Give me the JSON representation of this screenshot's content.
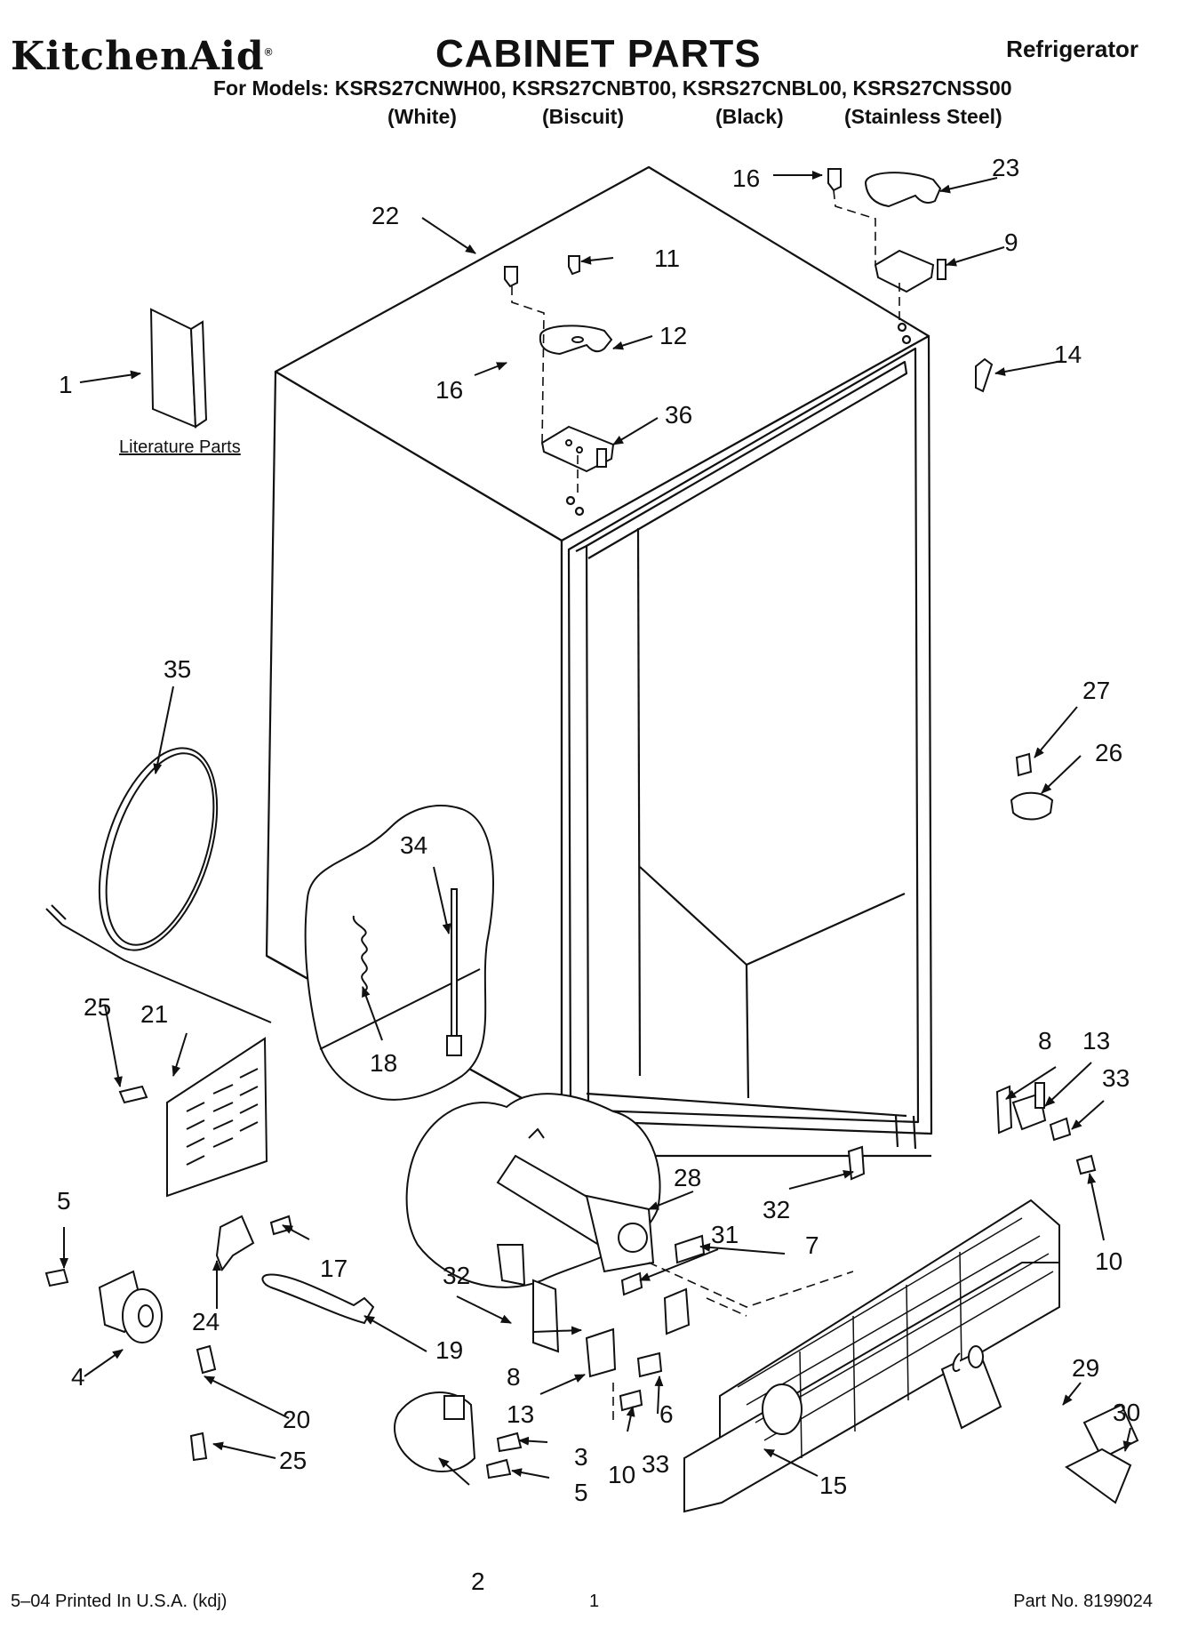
{
  "header": {
    "brand": "KitchenAid",
    "brand_mark": "®",
    "title": "CABINET PARTS",
    "appliance": "Refrigerator",
    "models_line": "For Models: KSRS27CNWH00, KSRS27CNBT00, KSRS27CNBL00, KSRS27CNSS00",
    "variants": [
      "(White)",
      "(Biscuit)",
      "(Black)",
      "(Stainless Steel)"
    ]
  },
  "literature_label": "Literature Parts",
  "callouts": [
    {
      "id": "c1",
      "text": "1"
    },
    {
      "id": "c2",
      "text": "2"
    },
    {
      "id": "c3",
      "text": "3"
    },
    {
      "id": "c4",
      "text": "4"
    },
    {
      "id": "c5a",
      "text": "5"
    },
    {
      "id": "c5b",
      "text": "5"
    },
    {
      "id": "c6",
      "text": "6"
    },
    {
      "id": "c7",
      "text": "7"
    },
    {
      "id": "c8a",
      "text": "8"
    },
    {
      "id": "c8b",
      "text": "8"
    },
    {
      "id": "c9",
      "text": "9"
    },
    {
      "id": "c10a",
      "text": "10"
    },
    {
      "id": "c10b",
      "text": "10"
    },
    {
      "id": "c11",
      "text": "11"
    },
    {
      "id": "c12",
      "text": "12"
    },
    {
      "id": "c13a",
      "text": "13"
    },
    {
      "id": "c13b",
      "text": "13"
    },
    {
      "id": "c14",
      "text": "14"
    },
    {
      "id": "c15",
      "text": "15"
    },
    {
      "id": "c16a",
      "text": "16"
    },
    {
      "id": "c16b",
      "text": "16"
    },
    {
      "id": "c17",
      "text": "17"
    },
    {
      "id": "c18",
      "text": "18"
    },
    {
      "id": "c19",
      "text": "19"
    },
    {
      "id": "c20",
      "text": "20"
    },
    {
      "id": "c21",
      "text": "21"
    },
    {
      "id": "c22",
      "text": "22"
    },
    {
      "id": "c23",
      "text": "23"
    },
    {
      "id": "c24",
      "text": "24"
    },
    {
      "id": "c25a",
      "text": "25"
    },
    {
      "id": "c25b",
      "text": "25"
    },
    {
      "id": "c26",
      "text": "26"
    },
    {
      "id": "c27",
      "text": "27"
    },
    {
      "id": "c28",
      "text": "28"
    },
    {
      "id": "c29",
      "text": "29"
    },
    {
      "id": "c30",
      "text": "30"
    },
    {
      "id": "c31",
      "text": "31"
    },
    {
      "id": "c32a",
      "text": "32"
    },
    {
      "id": "c32b",
      "text": "32"
    },
    {
      "id": "c33a",
      "text": "33"
    },
    {
      "id": "c33b",
      "text": "33"
    },
    {
      "id": "c34",
      "text": "34"
    },
    {
      "id": "c35",
      "text": "35"
    },
    {
      "id": "c36",
      "text": "36"
    }
  ],
  "footer": {
    "print_info": "5–04 Printed In U.S.A. (kdj)",
    "page": "1",
    "part_no": "Part No. 8199024"
  }
}
